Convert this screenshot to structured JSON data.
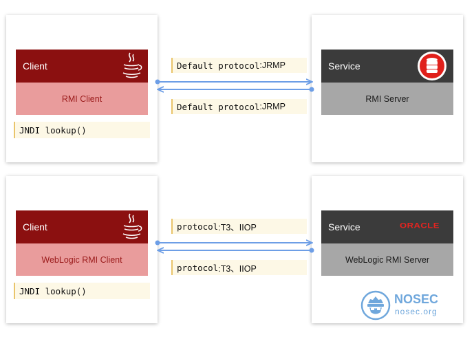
{
  "top": {
    "client": {
      "header": "Client",
      "subtitle": "RMI Client",
      "note": "JNDI lookup()"
    },
    "service": {
      "header": "Service",
      "subtitle": "RMI Server"
    },
    "label_upper": {
      "mono": "Default protocol",
      "tail": ":JRMP"
    },
    "label_lower": {
      "mono": "Default protocol",
      "tail": ":JRMP"
    }
  },
  "bottom": {
    "client": {
      "header": "Client",
      "subtitle": "WebLogic RMI Client",
      "note": "JNDI lookup()"
    },
    "service": {
      "header": "Service",
      "subtitle": "WebLogic RMI Server",
      "logo_text": "ORACLE"
    },
    "label_upper": {
      "mono": "protocol",
      "tail": ":T3、IIOP"
    },
    "label_lower": {
      "mono": "protocol",
      "tail": ":T3、IIOP"
    }
  },
  "watermark": {
    "title": "NOSEC",
    "subtitle": "nosec.org"
  },
  "colors": {
    "client_header": "#8b1010",
    "client_sub": "#e99c9c",
    "service_header": "#3b3b3b",
    "service_sub": "#a7a7a7",
    "arrow": "#6d9ee6",
    "db_icon": "#e0201b"
  },
  "icons": {
    "client_logo": "java-icon",
    "service_top_logo": "database-icon",
    "watermark": "nosec-logo-icon"
  }
}
